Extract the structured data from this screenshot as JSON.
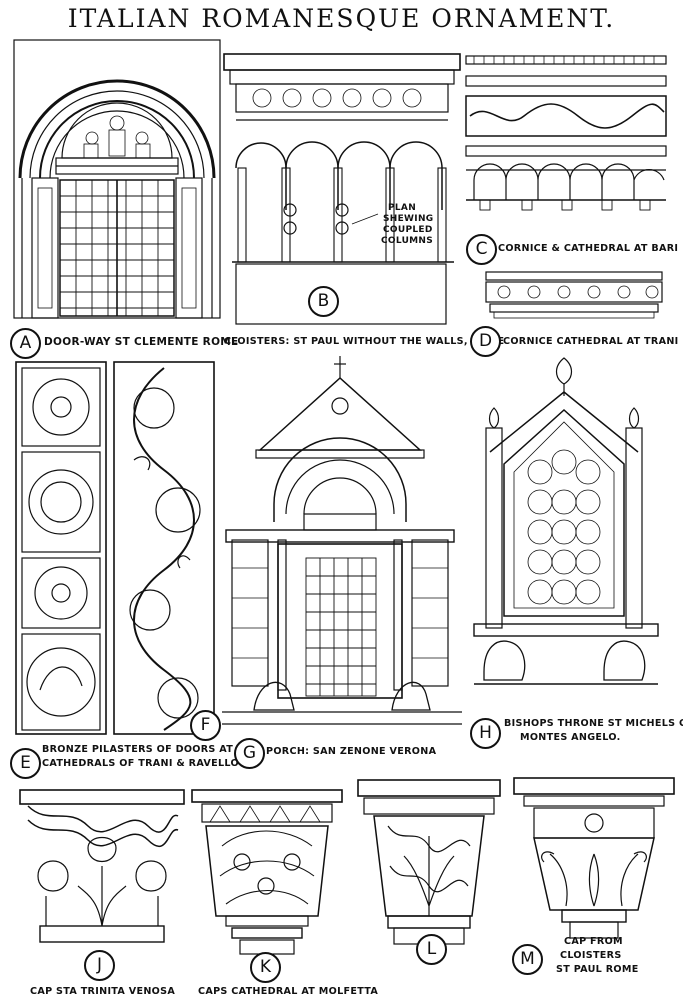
{
  "title": "ITALIAN ROMANESQUE ORNAMENT.",
  "plates": [
    {
      "letter": "A",
      "caption": "DOOR-WAY ST CLEMENTE ROME"
    },
    {
      "letter": "B",
      "caption": "CLOISTERS: ST PAUL WITHOUT THE WALLS, ROME"
    },
    {
      "letter": "C",
      "caption": "CORNICE & CATHEDRAL AT BARI"
    },
    {
      "letter": "D",
      "caption": "CORNICE CATHEDRAL AT TRANI"
    },
    {
      "letter": "E",
      "caption": "BRONZE PILASTERS OF DOORS AT"
    },
    {
      "letter": "F",
      "caption": "CATHEDRALS OF TRANI & RAVELLO"
    },
    {
      "letter": "G",
      "caption": "PORCH: SAN ZENONE VERONA"
    },
    {
      "letter": "H",
      "caption": "BISHOPS THRONE ST MICHELS CH"
    },
    {
      "letter": "J",
      "caption": "CAP STA TRINITA VENOSA"
    },
    {
      "letter": "K",
      "caption": "CAPS CATHEDRAL AT MOLFETTA"
    },
    {
      "letter": "L",
      "caption": ""
    },
    {
      "letter": "M",
      "caption": "CAP FROM"
    }
  ],
  "captions_extra": {
    "h_line2": "MONTES ANGELO.",
    "m_line2": "CLOISTERS",
    "m_line3": "ST PAUL ROME",
    "plan_note_1": "PLAN",
    "plan_note_2": "SHEWING",
    "plan_note_3": "COUPLED",
    "plan_note_4": "COLUMNS"
  }
}
